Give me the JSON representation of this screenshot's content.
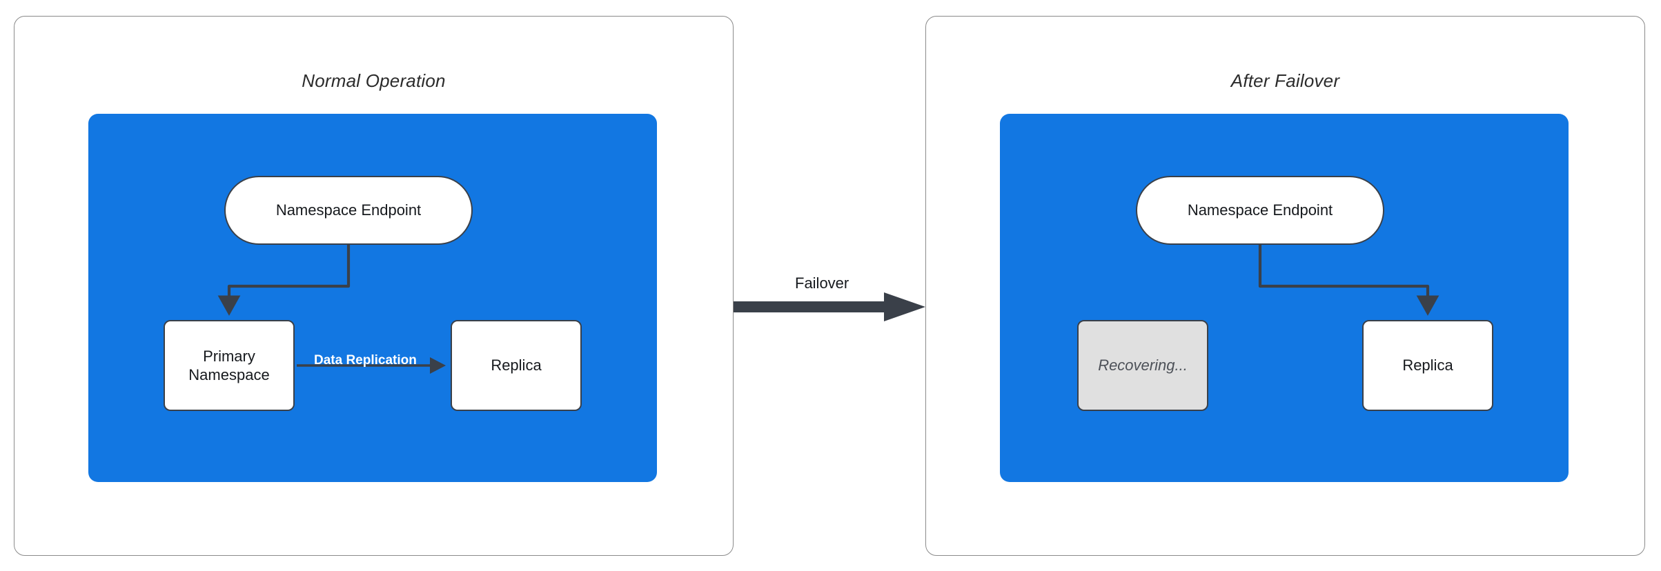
{
  "diagram": {
    "title": "Namespace failover: normal operation vs after failover",
    "background": "#ffffff",
    "accent_blue": "#1277e2",
    "stroke_dark": "#3a4049",
    "panel_border": "#8a8a8a",
    "recovering_fill": "#e0e0e0"
  },
  "panels": [
    {
      "id": "normal-operation",
      "title": "Normal Operation",
      "nodes": [
        {
          "id": "endpoint",
          "label": "Namespace Endpoint",
          "shape": "pill",
          "state": "active"
        },
        {
          "id": "primary",
          "label": "Primary\nNamespace",
          "line1": "Primary",
          "line2": "Namespace",
          "shape": "box",
          "state": "active"
        },
        {
          "id": "replica",
          "label": "Replica",
          "shape": "box",
          "state": "active"
        }
      ],
      "edges": [
        {
          "from": "endpoint",
          "to": "primary",
          "label": "",
          "style": "elbow-arrow"
        },
        {
          "from": "primary",
          "to": "replica",
          "label": "Data Replication",
          "style": "straight-arrow"
        }
      ]
    },
    {
      "id": "after-failover",
      "title": "After Failover",
      "nodes": [
        {
          "id": "endpoint",
          "label": "Namespace Endpoint",
          "shape": "pill",
          "state": "active"
        },
        {
          "id": "recovering",
          "label": "Recovering...",
          "shape": "box",
          "state": "recovering"
        },
        {
          "id": "replica",
          "label": "Replica",
          "shape": "box",
          "state": "active"
        }
      ],
      "edges": [
        {
          "from": "endpoint",
          "to": "replica",
          "label": "",
          "style": "elbow-arrow"
        }
      ]
    }
  ],
  "transition": {
    "label": "Failover",
    "direction": "left-to-right"
  }
}
